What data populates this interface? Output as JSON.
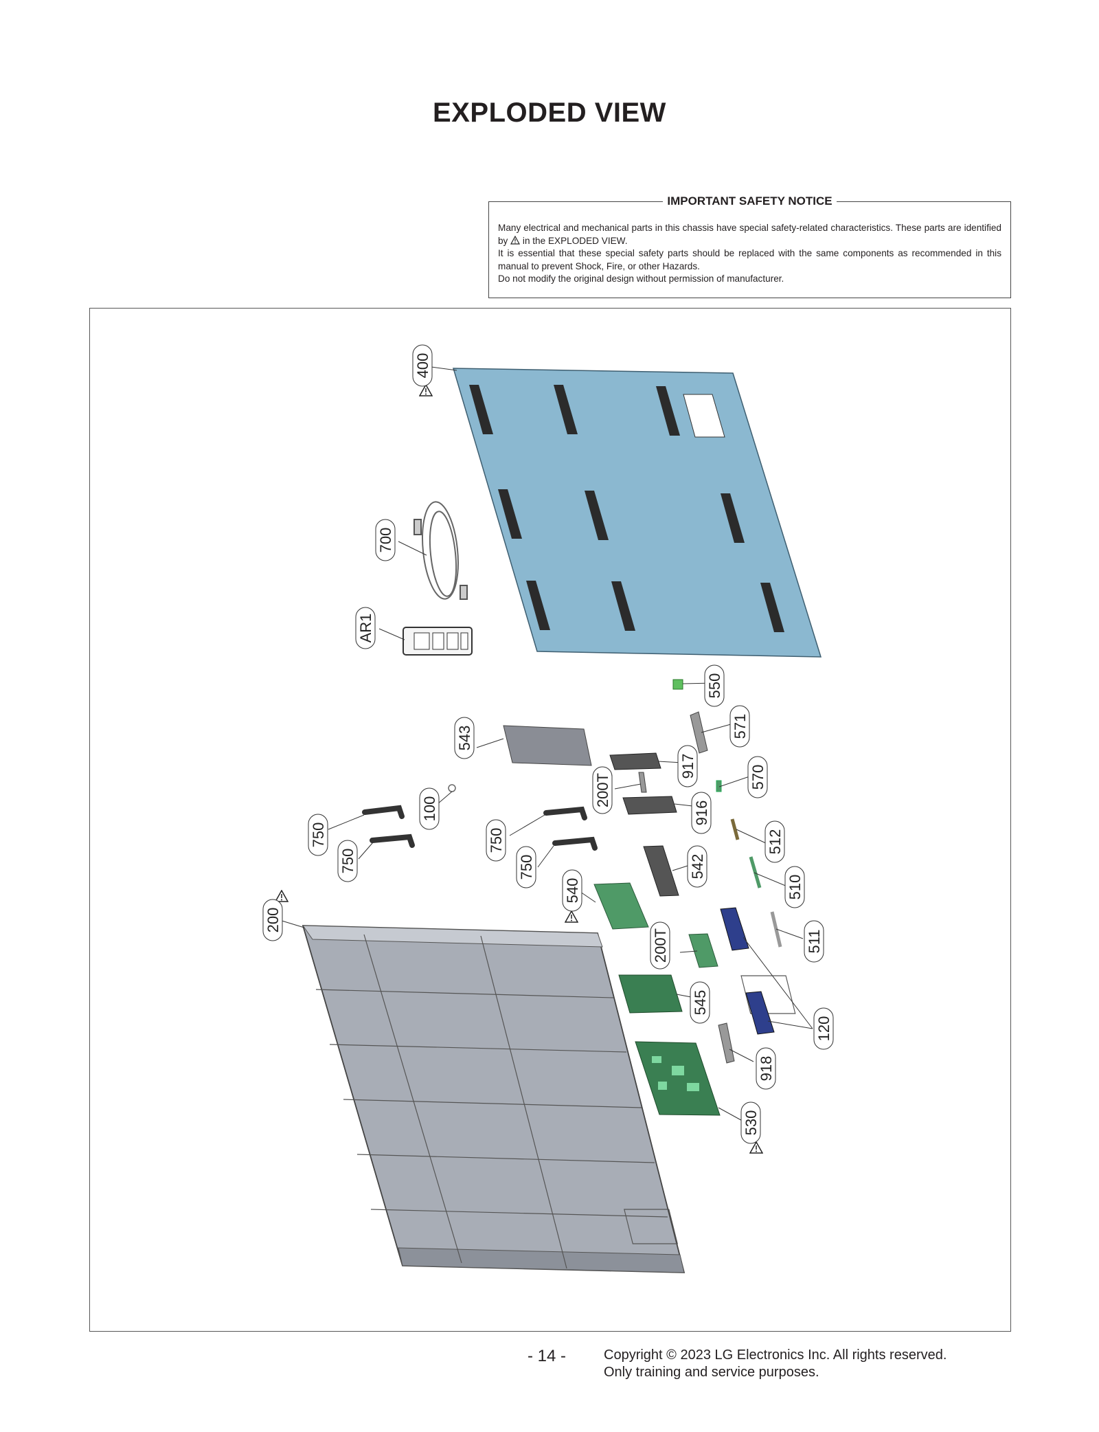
{
  "page": {
    "title": "EXPLODED VIEW",
    "page_number": "- 14 -",
    "copyright_line1": "Copyright © 2023 LG Electronics Inc. All rights reserved.",
    "copyright_line2": "Only training and service purposes."
  },
  "notice": {
    "title": "IMPORTANT SAFETY NOTICE",
    "line1": "Many electrical and mechanical parts in this chassis have special safety-related characteristics. These parts are identified by",
    "line1_end": "in the EXPLODED VIEW.",
    "line2": "It is essential that these special safety parts should be replaced with the same components as recommended in this manual to prevent Shock, Fire, or other Hazards.",
    "line3": "Do not modify the original design without permission of manufacturer."
  },
  "parts": {
    "p400": "400",
    "p700": "700",
    "pAR1": "AR1",
    "p550": "550",
    "p571": "571",
    "p543": "543",
    "p917": "917",
    "p200T_a": "200T",
    "p570": "570",
    "p100": "100",
    "p916": "916",
    "p750_a": "750",
    "p750_b": "750",
    "p750_c": "750",
    "p750_d": "750",
    "p512": "512",
    "p542": "542",
    "p510": "510",
    "p540": "540",
    "p200": "200",
    "p511": "511",
    "p200T_b": "200T",
    "p545": "545",
    "p120": "120",
    "p918": "918",
    "p530": "530"
  },
  "colors": {
    "back_cover": "#8bb8d0",
    "chassis": "#a8adb6",
    "pcb": "#4f9a67",
    "speaker": "#2e3f8c"
  }
}
